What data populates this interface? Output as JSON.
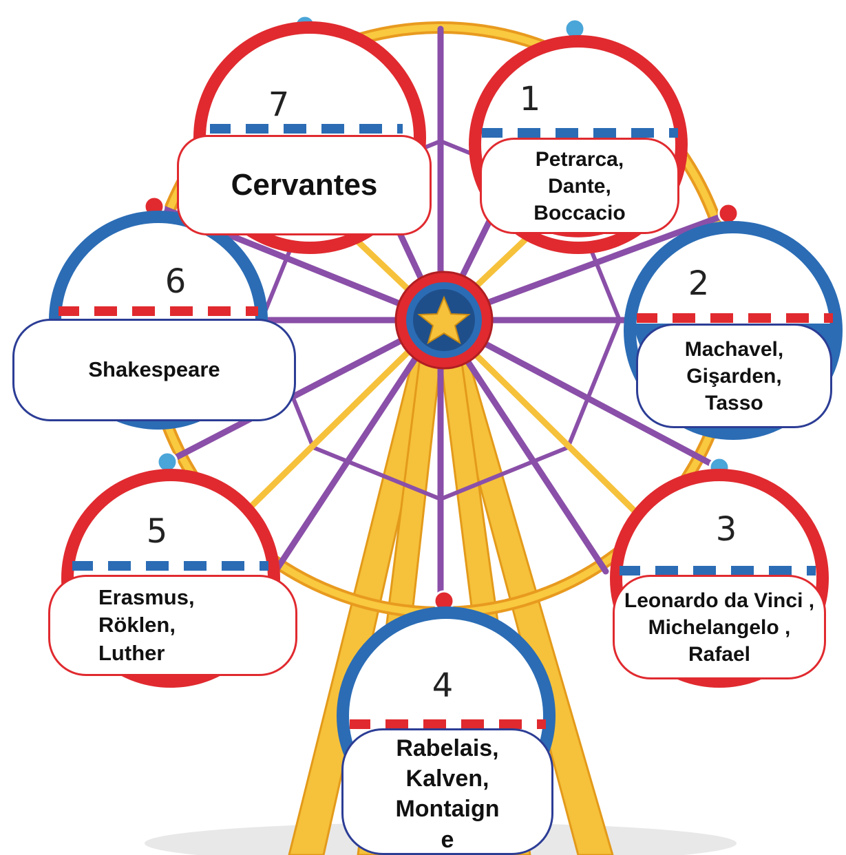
{
  "cabins": [
    {
      "number": "1",
      "authors": "Petrarca,\nDante,\nBoccacio"
    },
    {
      "number": "2",
      "authors": "Machavel,\nGişarden,\nTasso"
    },
    {
      "number": "3",
      "authors": "Leonardo da Vinci ,\nMichelangelo ,\nRafael"
    },
    {
      "number": "4",
      "authors": "Rabelais,\nKalven,\nMontaign\ne"
    },
    {
      "number": "5",
      "authors": "Erasmus,\nRöklen,\nLuther"
    },
    {
      "number": "6",
      "authors": "Shakespeare"
    },
    {
      "number": "7",
      "authors": "Cervantes"
    }
  ],
  "colors": {
    "red": "#e02a2f",
    "blue": "#2b6cb5",
    "purple": "#8a4fa8",
    "yellow": "#f6c13b",
    "orange": "#f29a1f"
  }
}
